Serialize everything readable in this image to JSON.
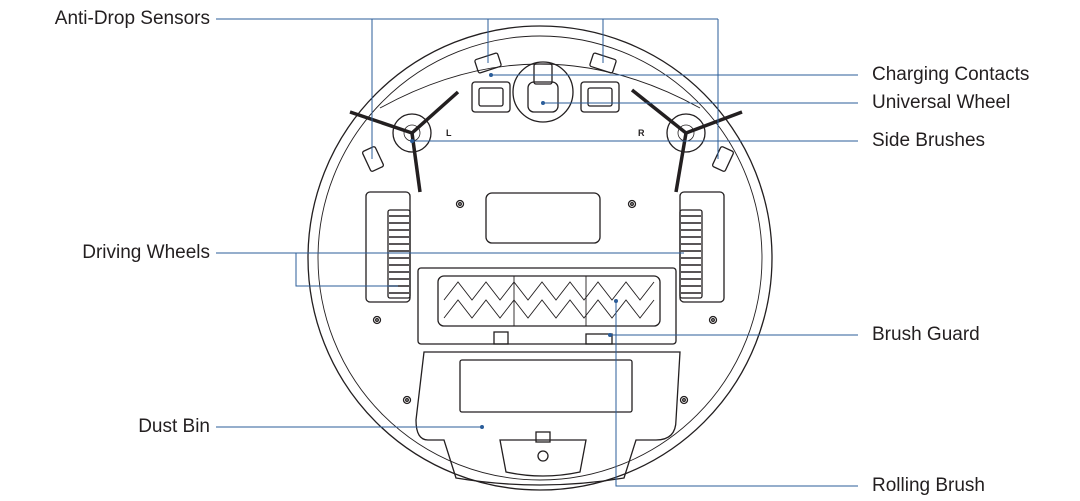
{
  "labels": {
    "anti_drop_sensors": "Anti-Drop Sensors",
    "charging_contacts": "Charging Contacts",
    "universal_wheel": "Universal Wheel",
    "side_brushes": "Side Brushes",
    "driving_wheels": "Driving Wheels",
    "brush_guard": "Brush Guard",
    "dust_bin": "Dust Bin",
    "rolling_brush": "Rolling Brush"
  },
  "marks": {
    "left_brush": "L",
    "right_brush": "R"
  },
  "colors": {
    "outline": "#231f20",
    "leader": "#2b5d9a",
    "text": "#231f20"
  }
}
